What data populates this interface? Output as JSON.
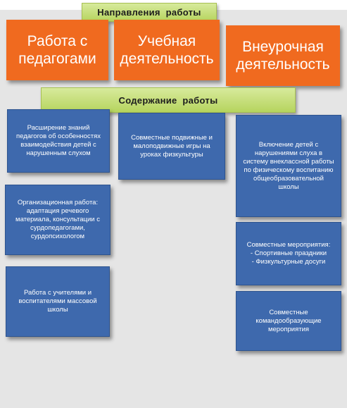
{
  "header": {
    "title": "Направления  работы"
  },
  "directions": [
    {
      "label": "Работа с\nпедагогами"
    },
    {
      "label": "Учебная\nдеятельность"
    },
    {
      "label": "Внеурочная\nдеятельность"
    }
  ],
  "content_header": {
    "title": "Содержание  работы"
  },
  "content": {
    "column1": [
      {
        "text": "Расширение знаний\nпедагогов об особенностях\nвзаимодействия детей с\nнарушенным слухом"
      },
      {
        "text": "Организационная работа:\nадаптация речевого\nматериала, консультации с\nсурдопедагогами,\nсурдопсихологом"
      },
      {
        "text": "Работа с учителями и\nвоспитателями массовой\nшколы"
      }
    ],
    "column2": [
      {
        "text": "Совместные подвижные и\nмалоподвижные игры на\nуроках физкультуры"
      }
    ],
    "column3": [
      {
        "text": "Включение детей с\nнарушениями слуха в\nсистему внеклассной работы\nпо физическому воспитанию\nобщеобразовательной\nшколы"
      },
      {
        "text": "Совместные мероприятия:\n- Спортивные праздники\n- Физкультурные досуги"
      },
      {
        "text": "Совместные\nкомандообразующие\nмероприятия"
      }
    ]
  },
  "colors": {
    "orange": "#f06a1f",
    "blue": "#3e69ad",
    "green": "#b6d45e"
  }
}
